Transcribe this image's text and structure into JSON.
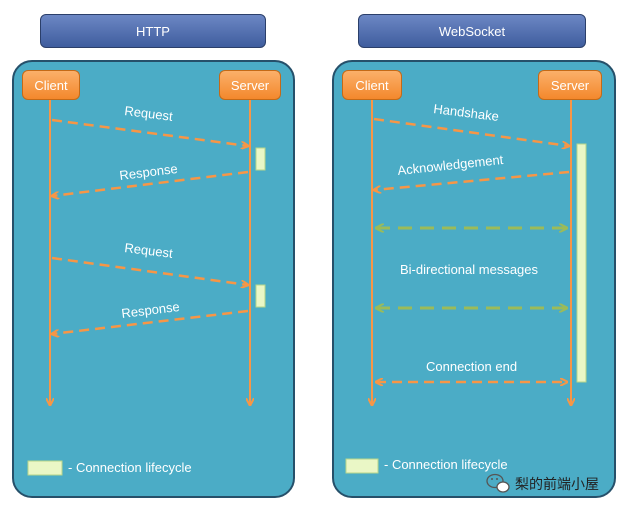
{
  "http": {
    "title": "HTTP",
    "client": "Client",
    "server": "Server",
    "messages": [
      "Request",
      "Response",
      "Request",
      "Response"
    ],
    "legend": "- Connection lifecycle"
  },
  "websocket": {
    "title": "WebSocket",
    "client": "Client",
    "server": "Server",
    "handshake": "Handshake",
    "acknowledgement": "Acknowledgement",
    "bidirectional": "Bi-directional messages",
    "end": "Connection end",
    "legend": "- Connection lifecycle"
  },
  "watermark": "梨的前端小屋",
  "colors": {
    "panel": "#4bacc6",
    "orange": "#f79646",
    "green": "#9bbb59",
    "lifecycle": "#eaf7c6",
    "title_box": "#4f6fad"
  }
}
